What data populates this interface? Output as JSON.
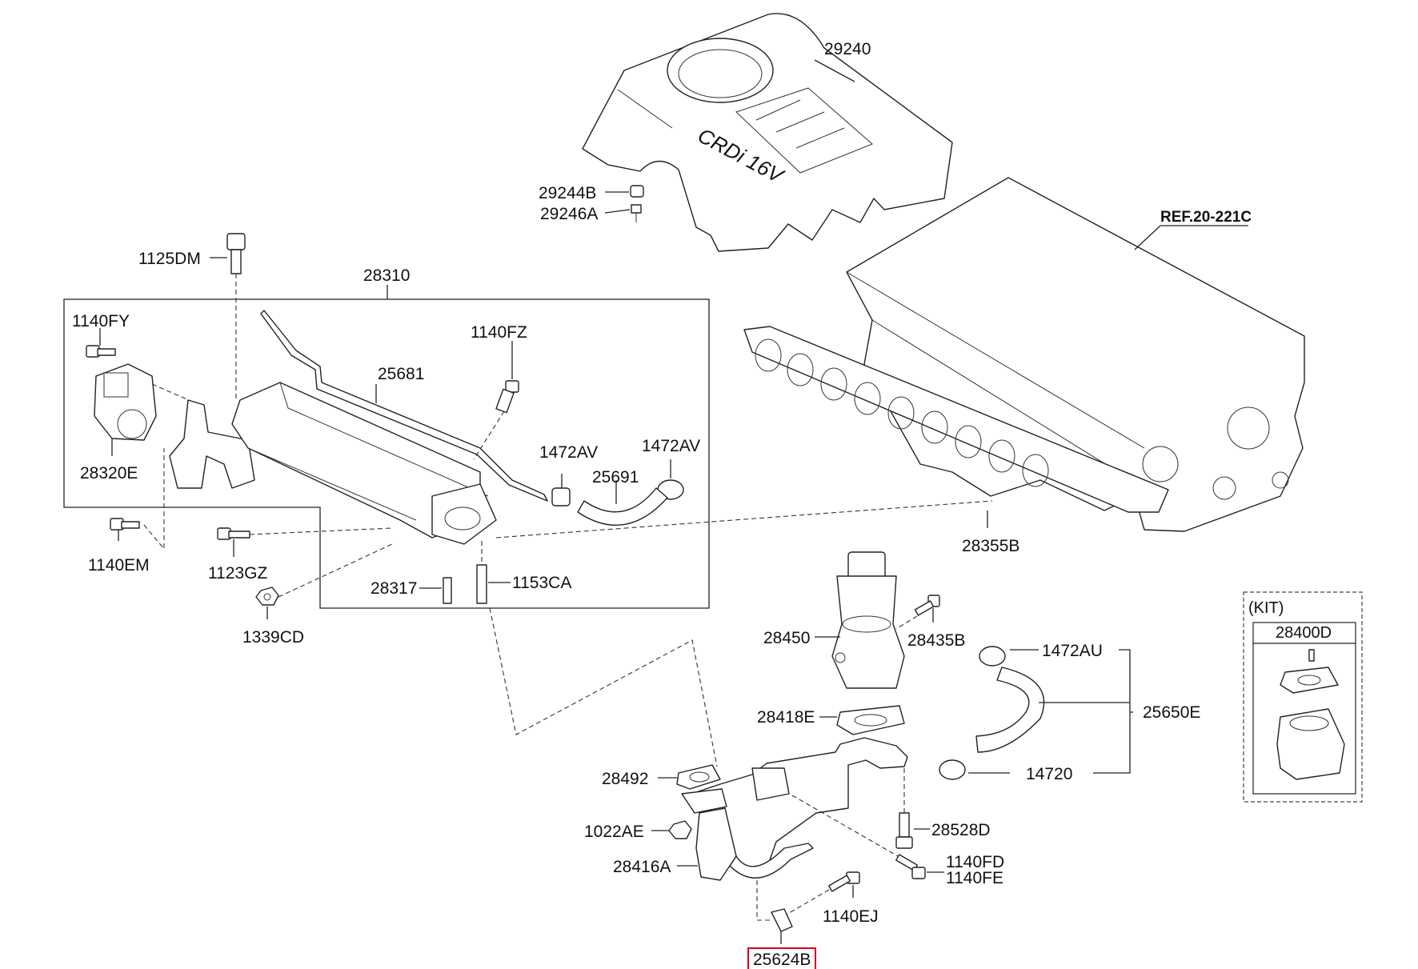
{
  "labels": {
    "p29240": "29240",
    "p29244B": "29244B",
    "p29246A": "29246A",
    "ref": "REF.20-221C",
    "p1125DM": "1125DM",
    "p28310": "28310",
    "p1140FY": "1140FY",
    "p1140FZ": "1140FZ",
    "p25681": "25681",
    "p28320E": "28320E",
    "p1472AV_a": "1472AV",
    "p1472AV_b": "1472AV",
    "p25691": "25691",
    "p1140EM": "1140EM",
    "p1123GZ": "1123GZ",
    "p28317": "28317",
    "p1153CA": "1153CA",
    "p1339CD": "1339CD",
    "p28355B": "28355B",
    "p28450": "28450",
    "p28435B": "28435B",
    "p1472AU": "1472AU",
    "p25650E": "25650E",
    "p28418E": "28418E",
    "p28492": "28492",
    "p14720": "14720",
    "p1022AE": "1022AE",
    "p28528D": "28528D",
    "p28416A": "28416A",
    "p1140FD": "1140FD",
    "p1140FE": "1140FE",
    "p1140EJ": "1140EJ",
    "p25624B": "25624B"
  },
  "kit": {
    "title": "(KIT)",
    "part": "28400D"
  },
  "colors": {
    "line": "#222222",
    "highlight": "#d0021b",
    "background": "#ffffff"
  }
}
